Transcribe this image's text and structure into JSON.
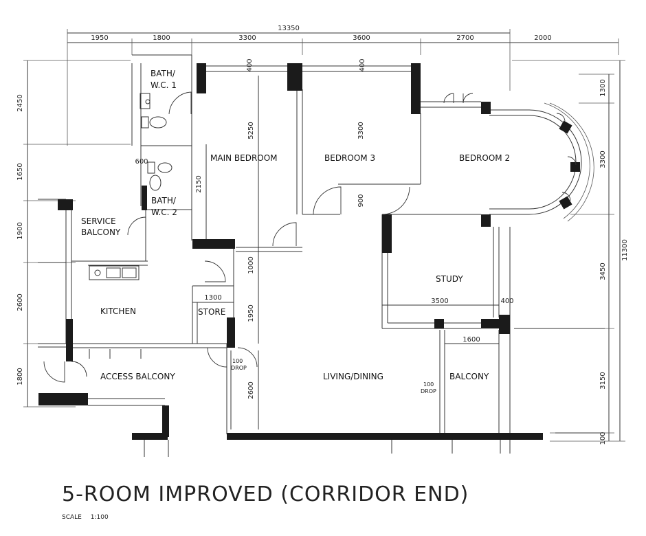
{
  "title": "5-ROOM IMPROVED (CORRIDOR END)",
  "scale": {
    "label": "SCALE",
    "value": "1:100"
  },
  "dimensions": {
    "overall_top": "13350",
    "top_segments": [
      "1950",
      "1800",
      "3300",
      "3600",
      "2700",
      "2000"
    ],
    "left_segments": [
      "2450",
      "1650",
      "1900",
      "2600",
      "1800"
    ],
    "right_overall": "11300",
    "right_segments": [
      "1300",
      "3300",
      "3450",
      "3150",
      "100"
    ],
    "interior": {
      "main_bedroom_depth": "5250",
      "bedroom3_depth": "3300",
      "bath2_width": "600",
      "bath2_depth": "2150",
      "main_bedroom_wall": "400",
      "bedroom3_wall": "400",
      "corridor": "900",
      "passage": "1000",
      "store_width": "1300",
      "store_depth": "1950",
      "living_depth": "2600",
      "study_width": "3500",
      "study_wall": "400",
      "balcony_width": "1600",
      "drop_left": "100",
      "drop_left_label": "DROP",
      "drop_right": "100",
      "drop_right_label": "DROP"
    }
  },
  "rooms": {
    "bath1_line1": "BATH/",
    "bath1_line2": "W.C. 1",
    "bath2_line1": "BATH/",
    "bath2_line2": "W.C. 2",
    "main_bedroom": "MAIN BEDROOM",
    "bedroom3": "BEDROOM 3",
    "bedroom2": "BEDROOM 2",
    "service_balcony_line1": "SERVICE",
    "service_balcony_line2": "BALCONY",
    "kitchen": "KITCHEN",
    "store": "STORE",
    "study": "STUDY",
    "access_balcony": "ACCESS BALCONY",
    "living_dining": "LIVING/DINING",
    "balcony": "BALCONY"
  }
}
